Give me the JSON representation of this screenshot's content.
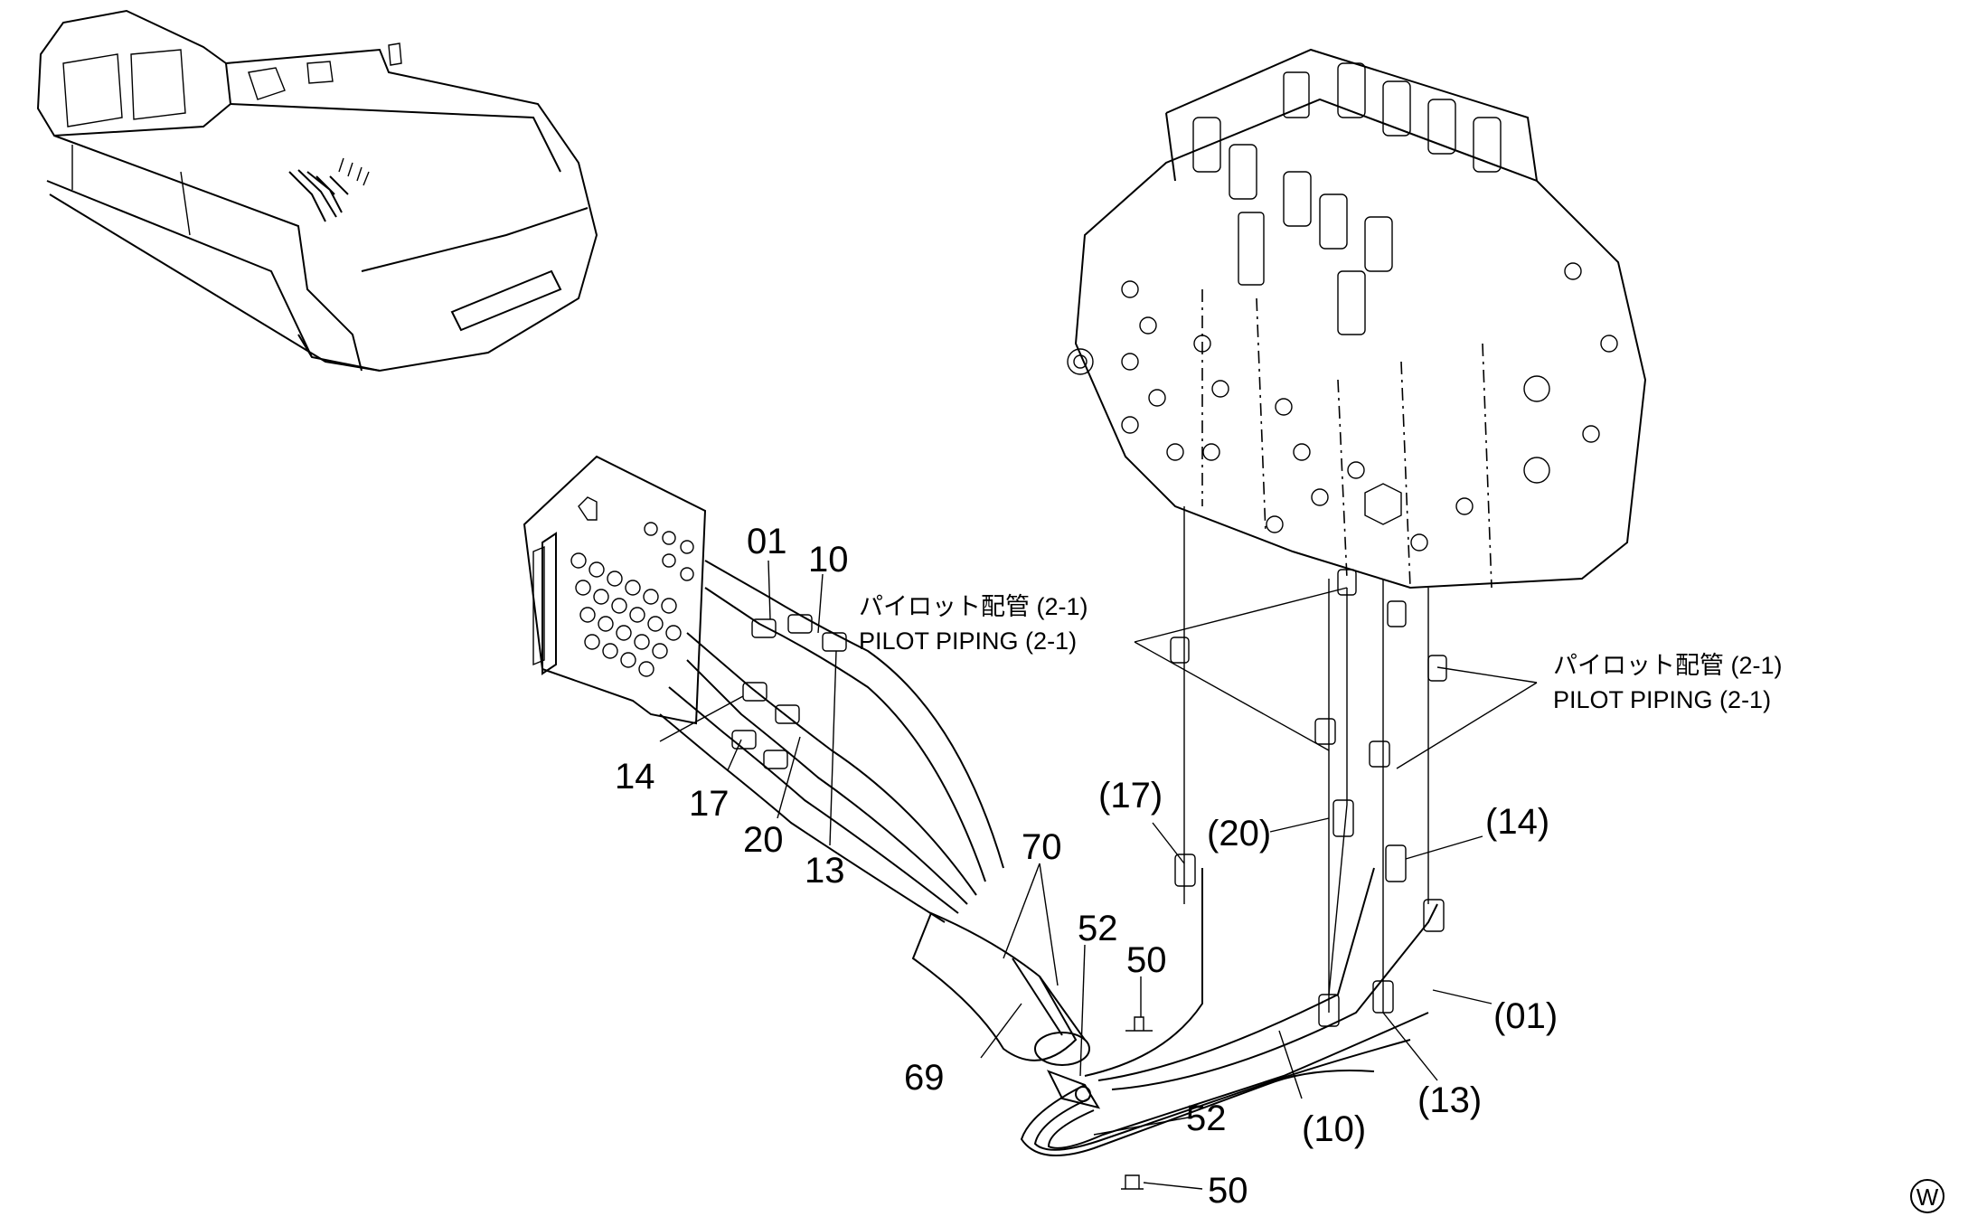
{
  "callouts": {
    "c01": "01",
    "c10": "10",
    "c14": "14",
    "c17": "17",
    "c20": "20",
    "c13": "13",
    "c70": "70",
    "c52a": "52",
    "c50a": "50",
    "c69": "69",
    "c52b": "52",
    "c50b": "50",
    "p17": "(17)",
    "p20": "(20)",
    "p14": "(14)",
    "p01": "(01)",
    "p13": "(13)",
    "p10": "(10)"
  },
  "notes": {
    "left_jp": "パイロット配管 (2-1)",
    "left_en": "PILOT  PIPING (2-1)",
    "right_jp": "パイロット配管 (2-1)",
    "right_en": "PILOT  PIPING (2-1)"
  },
  "corner_mark": "W"
}
